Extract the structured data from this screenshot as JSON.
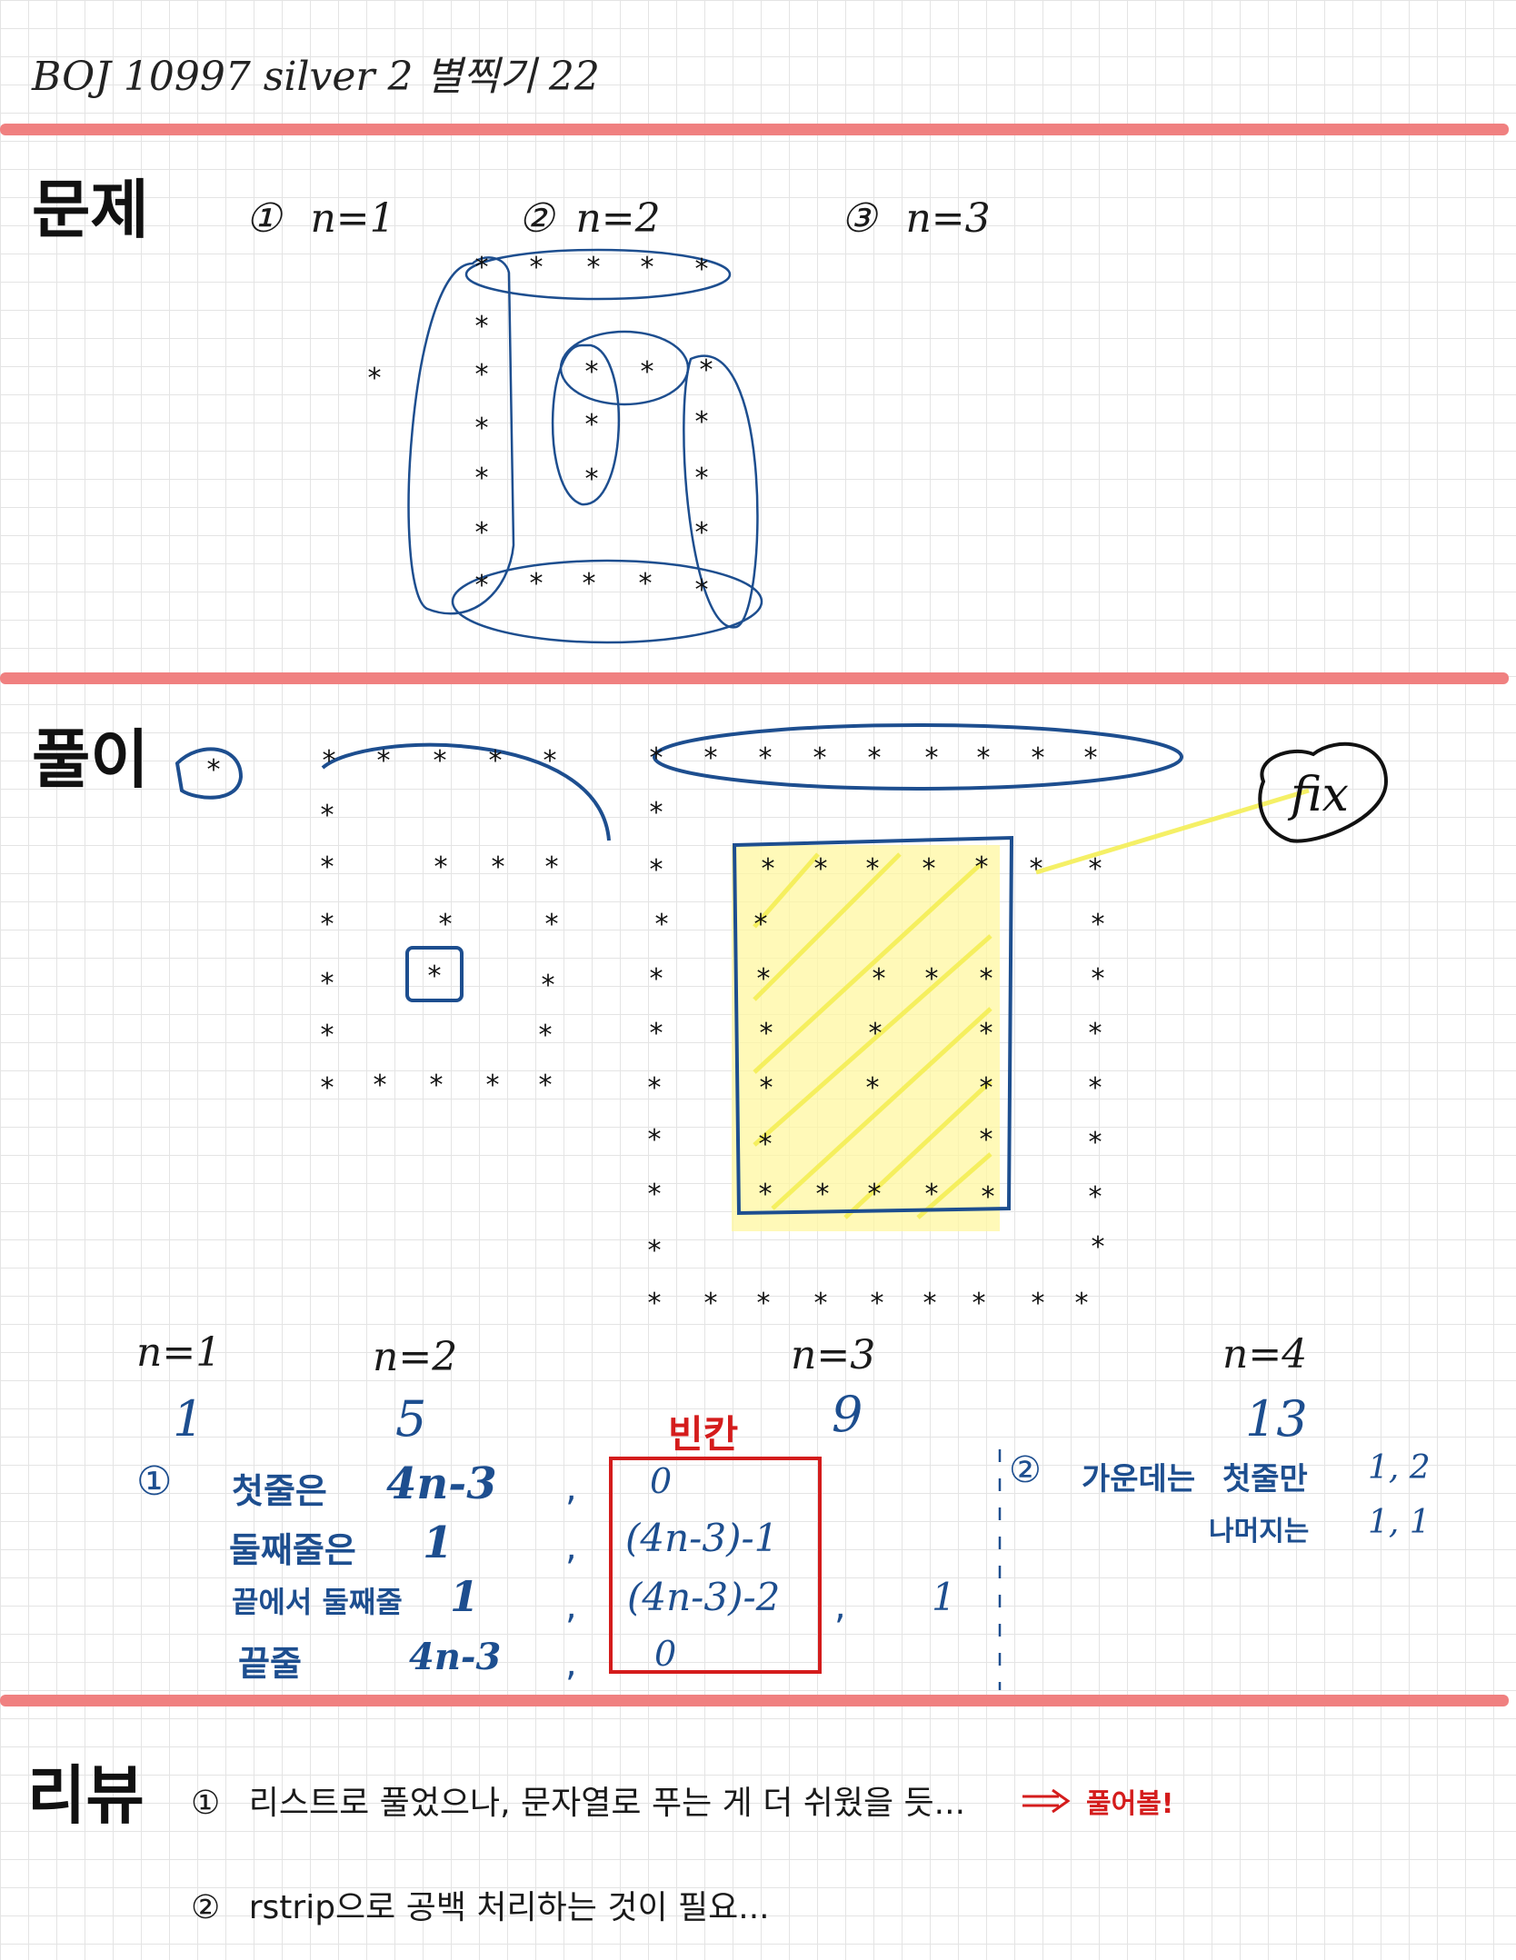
{
  "title": "BOJ 10997 silver 2 별찍기 22",
  "sections": {
    "problem": "문제",
    "solution": "풀이",
    "review": "리뷰"
  },
  "problem_labels": [
    {
      "num": "①",
      "text": "n=1"
    },
    {
      "num": "②",
      "text": "n=2"
    },
    {
      "num": "③",
      "text": "n=3"
    }
  ],
  "fix_label": "fix",
  "n_labels": [
    "n=1",
    "n=2",
    "n=3",
    "n=4"
  ],
  "counts": [
    "1",
    "5",
    "9",
    "13"
  ],
  "blank_label": "빈칸",
  "rules": {
    "num": "①",
    "rows": [
      {
        "label": "첫줄은",
        "value": "4n-3"
      },
      {
        "label": "둘째줄은",
        "value": "1"
      },
      {
        "label": "끝에서 둘째줄",
        "value": "1"
      },
      {
        "label": "끝줄",
        "value": "4n-3"
      }
    ],
    "blanks": [
      "0",
      "(4n-3)-1",
      "(4n-3)-2",
      "0"
    ],
    "extra": "1"
  },
  "middle_note": {
    "num": "②",
    "line1_label": "가운데는",
    "line1_text": "첫줄만",
    "line1_value": "1, 2",
    "line2_label": "나머지는",
    "line2_value": "1, 1"
  },
  "review": [
    {
      "num": "①",
      "text": "리스트로 풀었으나, 문자열로 푸는 게 더 쉬웠을 듯...",
      "arrow": "⟹",
      "note": "풀어볼!"
    },
    {
      "num": "②",
      "text": "rstrip으로 공백 처리하는 것이 필요..."
    }
  ]
}
